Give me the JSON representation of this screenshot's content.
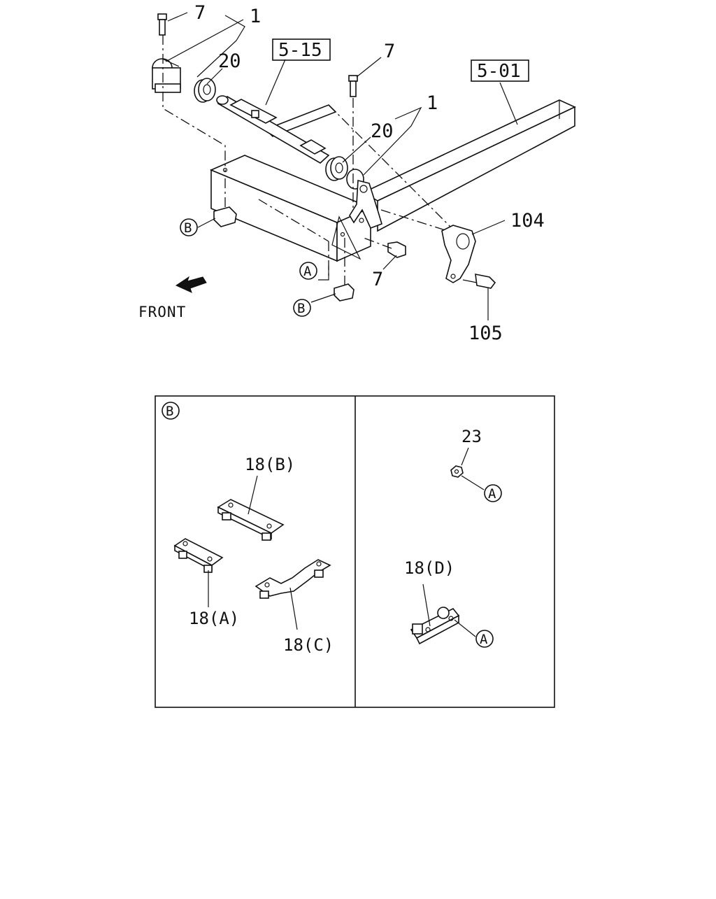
{
  "callouts": {
    "c7_top": "7",
    "c1_top": "1",
    "c20_top": "20",
    "c7_mid": "7",
    "c1_mid": "1",
    "c20_mid": "20",
    "c104": "104",
    "c7_low": "7",
    "c105": "105"
  },
  "references": {
    "ref_515": "5-15",
    "ref_501": "5-01"
  },
  "markers": {
    "b_left": "B",
    "b_bottom": "B",
    "a_main": "A",
    "b_inset": "B",
    "a_nut": "A",
    "a_plate": "A"
  },
  "front_label": "FRONT",
  "inset": {
    "p18b": "18(B)",
    "p18a": "18(A)",
    "p18c": "18(C)",
    "p23": "23",
    "p18d": "18(D)"
  }
}
